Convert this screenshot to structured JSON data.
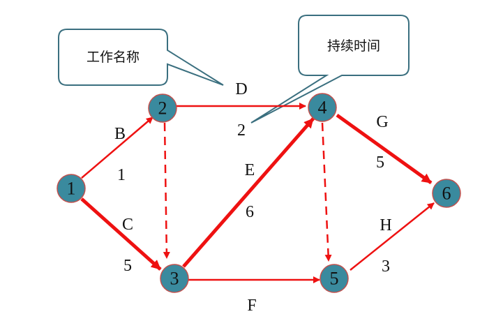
{
  "colors": {
    "edge": "#ee1111",
    "node_fill": "#3a8a9e",
    "callout_stroke": "#3a6f7f"
  },
  "callouts": {
    "name_label": "工作名称",
    "duration_label": "持续时间"
  },
  "nodes": [
    {
      "id": "1",
      "label": "1"
    },
    {
      "id": "2",
      "label": "2"
    },
    {
      "id": "3",
      "label": "3"
    },
    {
      "id": "4",
      "label": "4"
    },
    {
      "id": "5",
      "label": "5"
    },
    {
      "id": "6",
      "label": "6"
    }
  ],
  "activities": [
    {
      "from": "1",
      "to": "2",
      "name": "B",
      "duration": "1",
      "style": "solid",
      "critical": false
    },
    {
      "from": "1",
      "to": "3",
      "name": "C",
      "duration": "5",
      "style": "solid",
      "critical": true
    },
    {
      "from": "2",
      "to": "4",
      "name": "D",
      "duration": "2",
      "style": "solid",
      "critical": false
    },
    {
      "from": "2",
      "to": "3",
      "name": "",
      "duration": "",
      "style": "dashed",
      "critical": false
    },
    {
      "from": "3",
      "to": "4",
      "name": "E",
      "duration": "6",
      "style": "solid",
      "critical": true
    },
    {
      "from": "3",
      "to": "5",
      "name": "F",
      "duration": "",
      "style": "solid",
      "critical": false
    },
    {
      "from": "4",
      "to": "5",
      "name": "",
      "duration": "",
      "style": "dashed",
      "critical": false
    },
    {
      "from": "4",
      "to": "6",
      "name": "G",
      "duration": "5",
      "style": "solid",
      "critical": true
    },
    {
      "from": "5",
      "to": "6",
      "name": "H",
      "duration": "3",
      "style": "solid",
      "critical": false
    }
  ]
}
